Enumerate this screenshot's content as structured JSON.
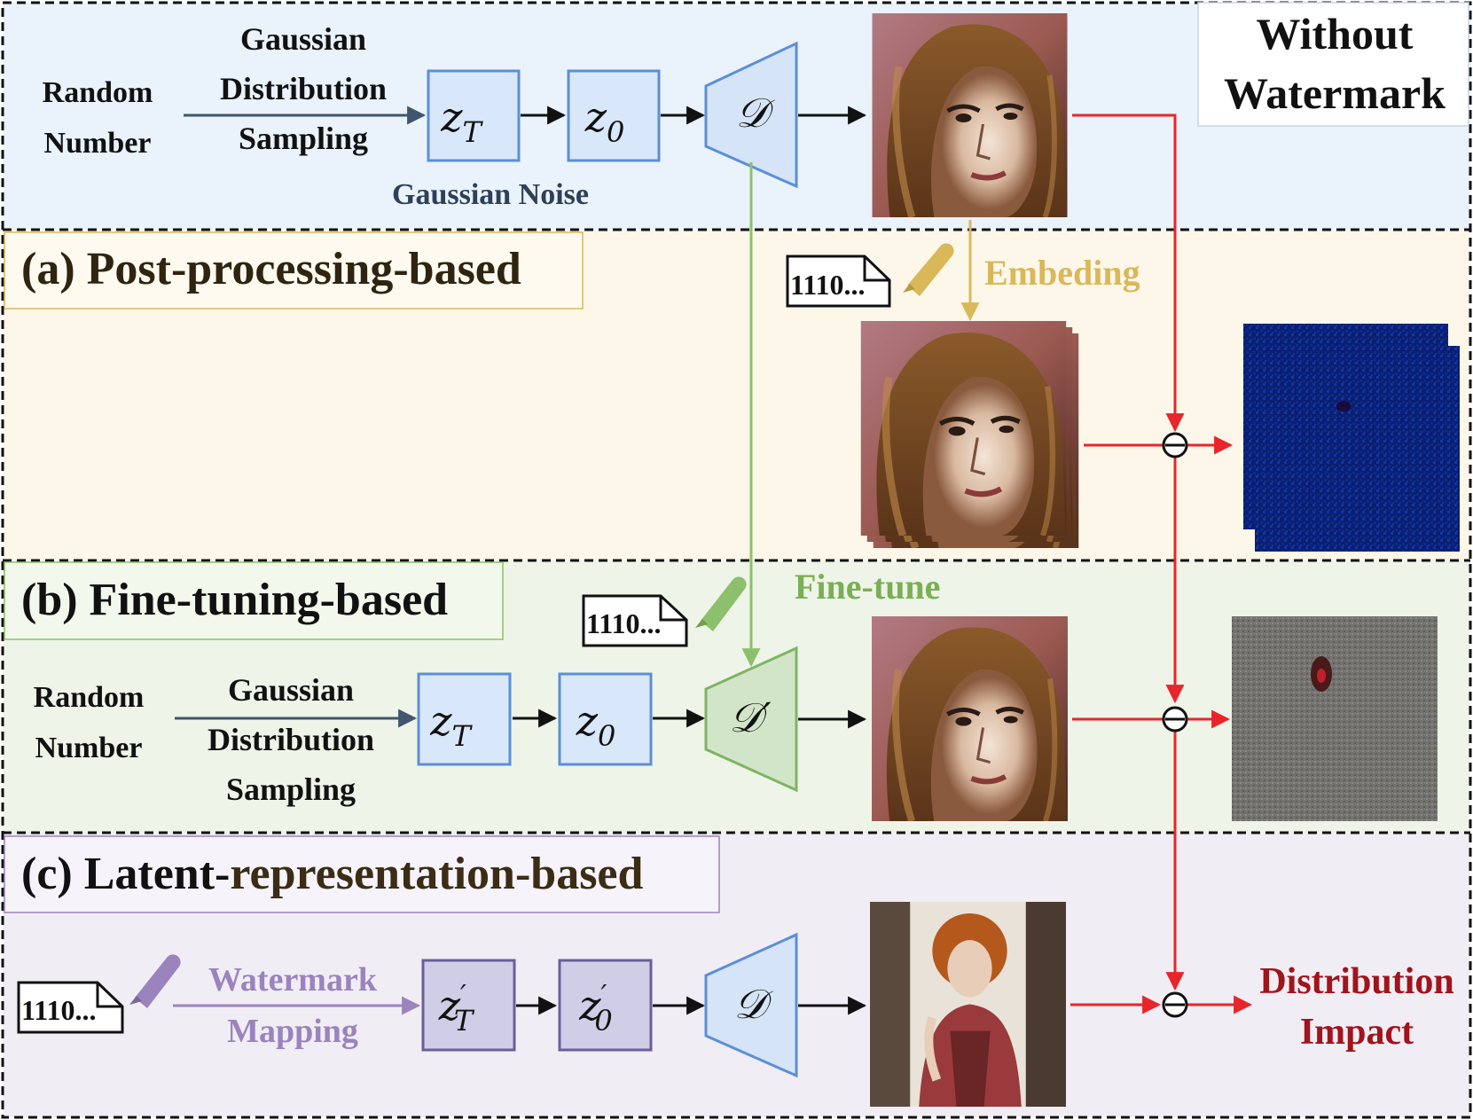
{
  "sections": {
    "without": {
      "title_line1": "Without",
      "title_line2": "Watermark"
    },
    "a": {
      "title": "(a) Post-processing-based",
      "embed_label": "Embeding"
    },
    "b": {
      "title": "(b) Fine-tuning-based",
      "finetune_label": "Fine-tune"
    },
    "c": {
      "title_prefix": "(c) Latent-",
      "title_suffix": "representation-based",
      "mapping_line1": "Watermark",
      "mapping_line2": "Mapping"
    }
  },
  "inputs": {
    "random_line1": "Random",
    "random_line2": "Number",
    "sampling_line1": "Gaussian",
    "sampling_line2": "Distribution",
    "sampling_line3": "Sampling",
    "noise_label": "Gaussian Noise"
  },
  "latents": {
    "zT": "z",
    "zT_sub": "T",
    "z0": "z",
    "z0_sub": "0",
    "prime": "′"
  },
  "decoders": {
    "d": "𝒟",
    "d_prime": "𝒟′"
  },
  "watermark_code": "1110...",
  "result": {
    "line1": "Distribution",
    "line2": "Impact"
  },
  "colors": {
    "blue_bg": "#eaf2fc",
    "orange_bg": "#fdf7ea",
    "green_bg": "#eef4e8",
    "purple_bg": "#f1edf5",
    "latent_fill": "#d9e7fa",
    "latent_stroke": "#5b8fd6",
    "latent_c_fill": "#d0cde6",
    "latent_c_stroke": "#6a5f99",
    "decoder_fill": "#d5e4f6",
    "decoder_stroke": "#5b8fd6",
    "decoder_green_fill": "#d3e5c9",
    "decoder_green_stroke": "#7db563",
    "gold": "#d9b85a",
    "green": "#8dc06c",
    "purple": "#9b84bd",
    "red": "#e8252a",
    "dark_red": "#a0141c",
    "navy_text": "#2d4057"
  }
}
